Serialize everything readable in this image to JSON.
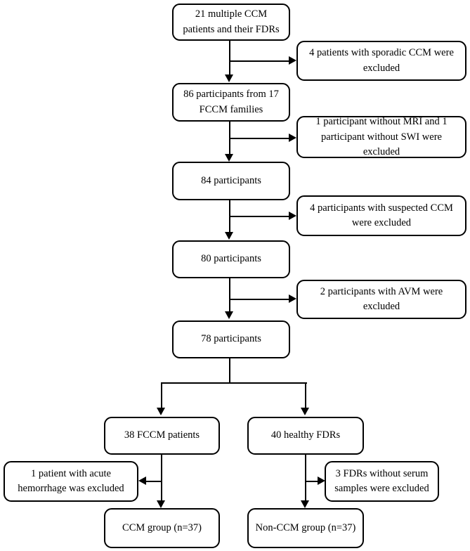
{
  "diagram": {
    "title": "CCM study participant flow diagram",
    "type": "flowchart",
    "stroke_color": "#000000",
    "background_color": "#ffffff",
    "main_nodes": [
      {
        "id": "n1",
        "text": "21 multiple CCM\npatients and their FDRs"
      },
      {
        "id": "n2",
        "text": "86 participants from 17\nFCCM families"
      },
      {
        "id": "n3",
        "text": "84 participants"
      },
      {
        "id": "n4",
        "text": "80 participants"
      },
      {
        "id": "n5",
        "text": "78 participants"
      }
    ],
    "exclusion_nodes": [
      {
        "id": "e1",
        "text": "4 patients with sporadic CCM were\nexcluded"
      },
      {
        "id": "e2",
        "text": "1 participant without MRI and 1\nparticipant without SWI were excluded"
      },
      {
        "id": "e3",
        "text": "4 participants with suspected CCM\nwere excluded"
      },
      {
        "id": "e4",
        "text": "2 participants with AVM were excluded"
      }
    ],
    "branch_nodes": [
      {
        "id": "b1",
        "text": "38 FCCM patients"
      },
      {
        "id": "b2",
        "text": "40 healthy FDRs"
      }
    ],
    "branch_exclusions": [
      {
        "id": "be1",
        "text": "1 patient with acute\nhemorrhage was excluded"
      },
      {
        "id": "be2",
        "text": "3 FDRs without serum\nsamples were excluded"
      }
    ],
    "final_nodes": [
      {
        "id": "f1",
        "text": "CCM group (n=37)"
      },
      {
        "id": "f2",
        "text": "Non-CCM group (n=37)"
      }
    ]
  }
}
